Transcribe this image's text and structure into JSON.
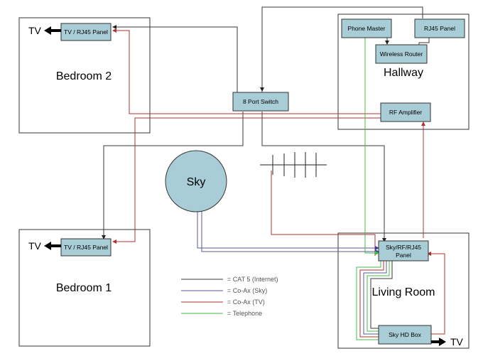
{
  "colors": {
    "cat5": "#3a3a3a",
    "sky": "#5a5a9a",
    "tv": "#b03030",
    "phone": "#44bb44",
    "box_fill": "#a9cdd6",
    "sky_fill": "#a9cdd6"
  },
  "rooms": {
    "bedroom2": "Bedroom 2",
    "bedroom1": "Bedroom 1",
    "hallway": "Hallway",
    "living_room": "Living Room"
  },
  "devices": {
    "tv_panel_bed2": "TV / RJ45 Panel",
    "tv_panel_bed1": "TV / RJ45 Panel",
    "phone_master": "Phone Master",
    "rj45_panel": "RJ45 Panel",
    "wireless_router": "Wireless Router",
    "switch": "8 Port Switch",
    "rf_amplifier": "RF Amplifier",
    "sky_panel_line1": "Sky/RF/RJ45",
    "sky_panel_line2": "Panel",
    "sky_hd_box": "Sky HD Box",
    "sky_dish": "Sky"
  },
  "tv_labels": {
    "bed2": "TV",
    "bed1": "TV",
    "living": "TV"
  },
  "legend": [
    {
      "label": "= CAT 5 (Internet)",
      "color_key": "cat5"
    },
    {
      "label": "= Co-Ax (Sky)",
      "color_key": "sky"
    },
    {
      "label": "= Co-Ax (TV)",
      "color_key": "tv"
    },
    {
      "label": "= Telephone",
      "color_key": "phone"
    }
  ]
}
